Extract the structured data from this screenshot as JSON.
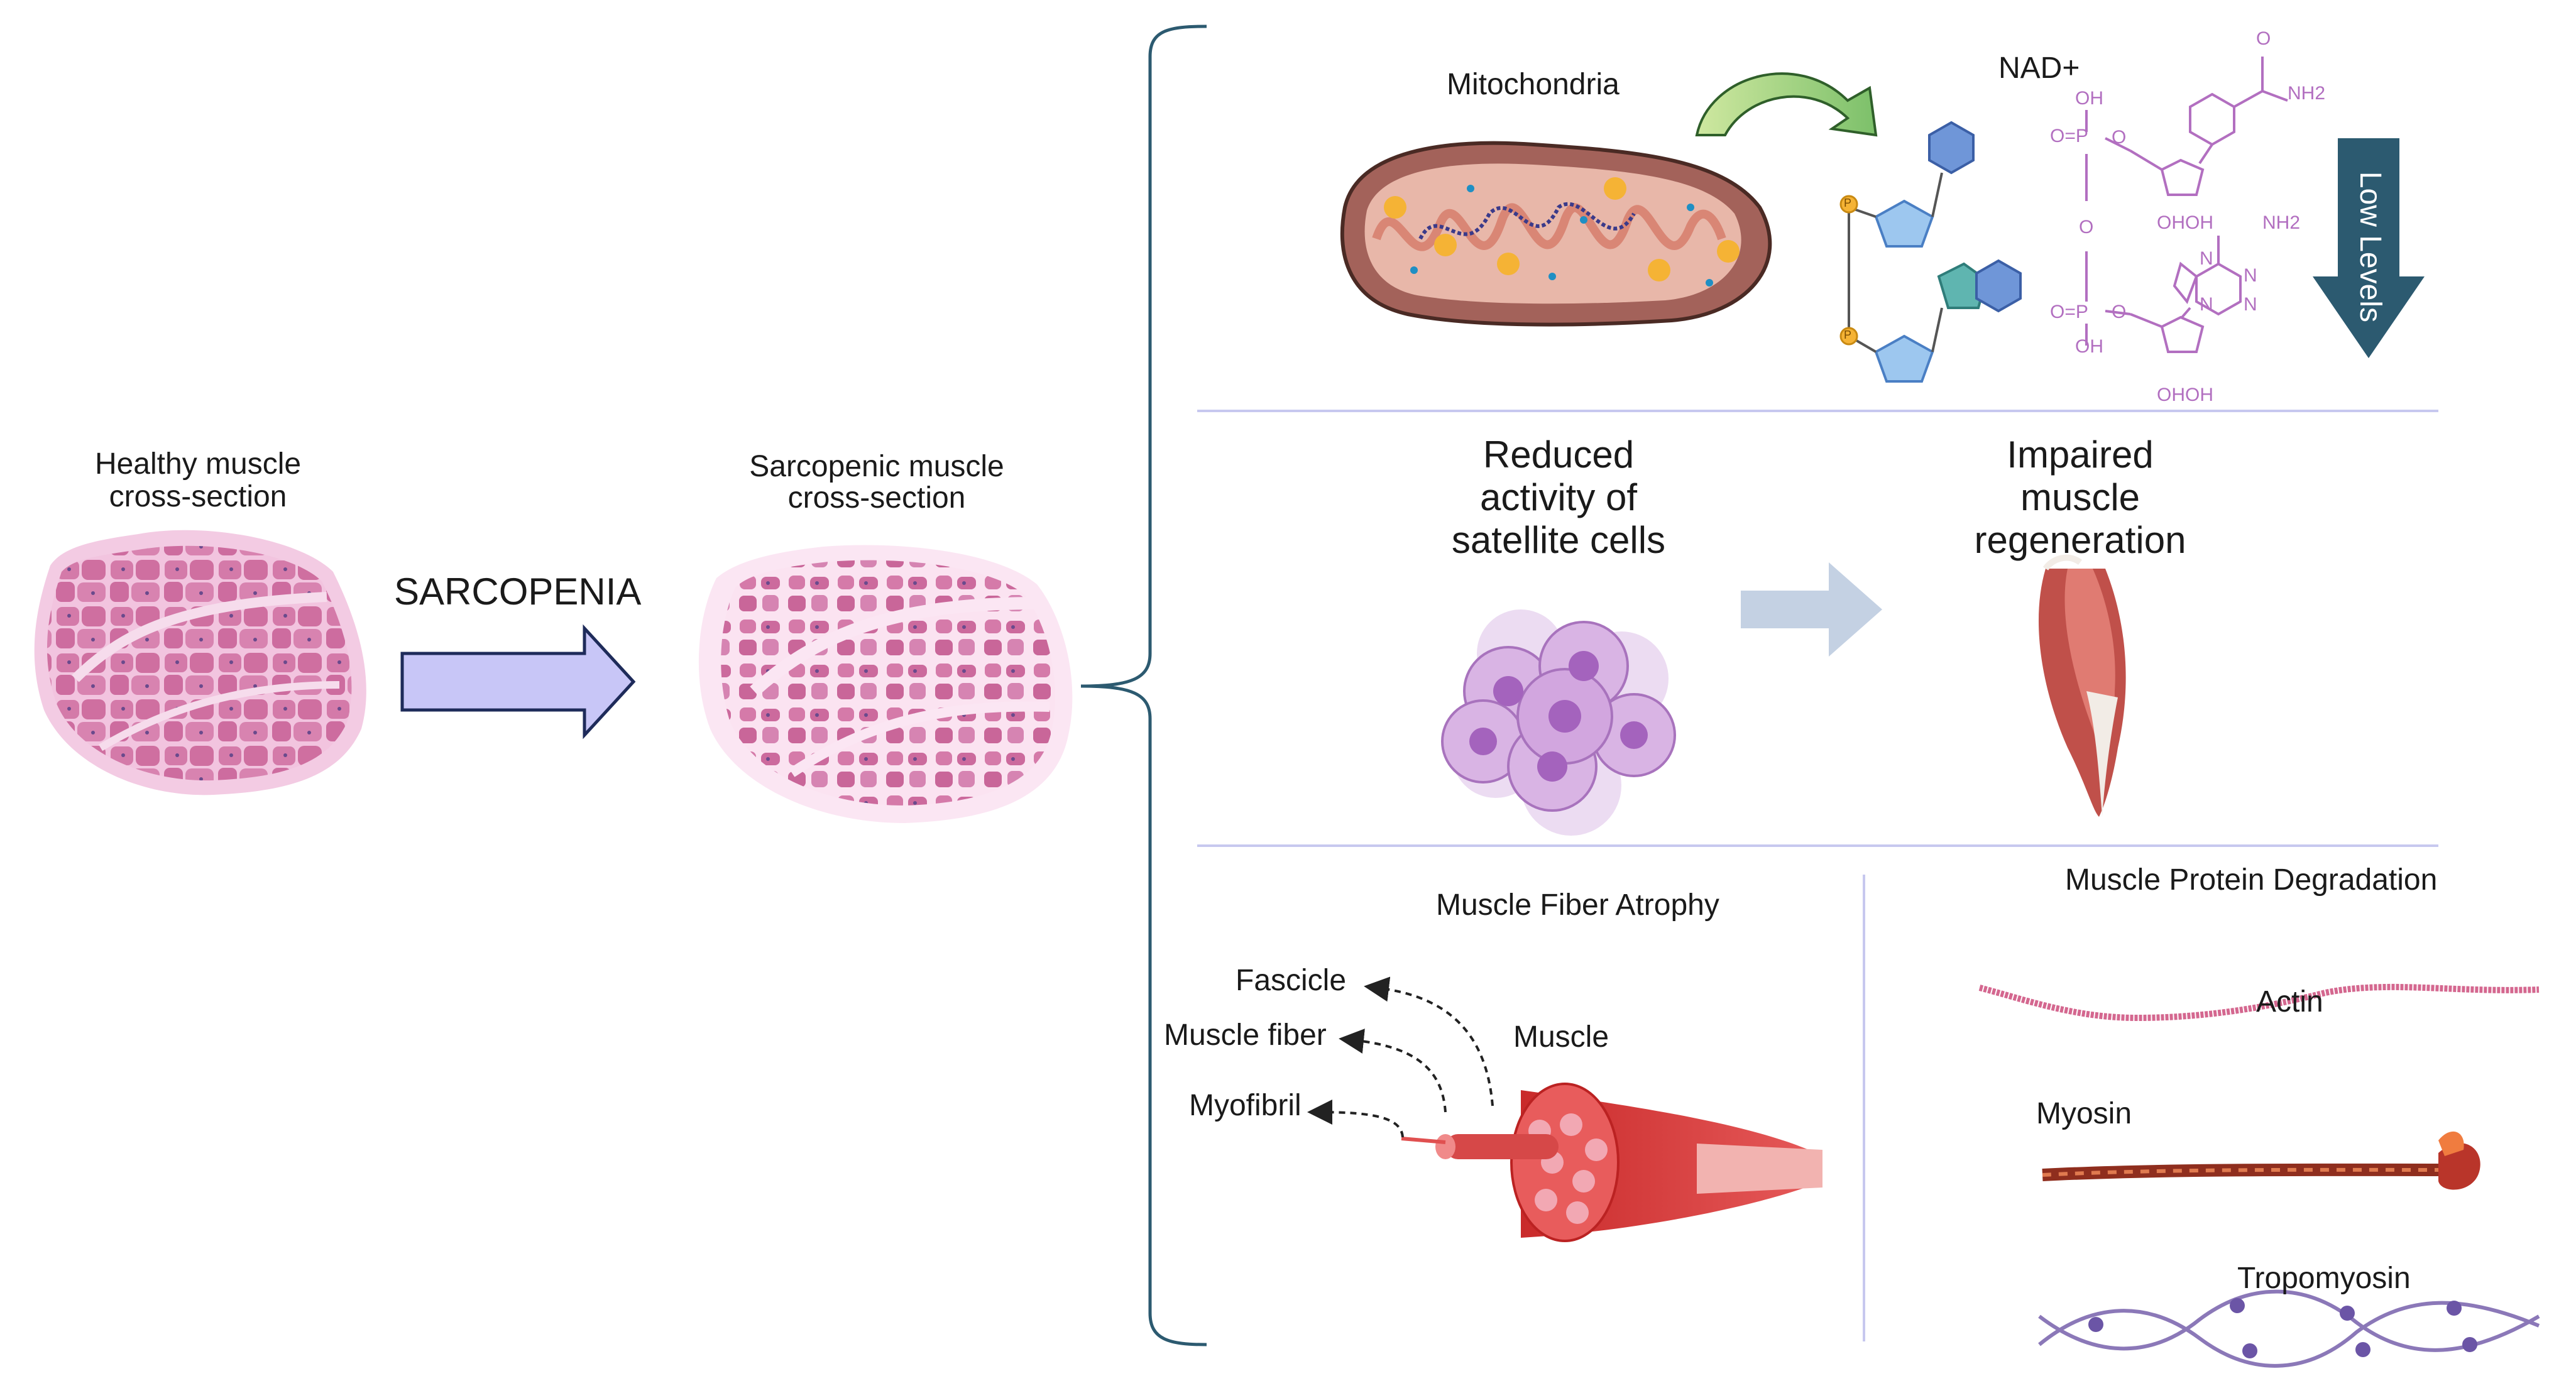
{
  "left": {
    "healthy_label_line1": "Healthy muscle",
    "healthy_label_line2": "cross-section",
    "process_label": "SARCOPENIA",
    "sarcopenic_label_line1": "Sarcopenic muscle",
    "sarcopenic_label_line2": "cross-section"
  },
  "top_panel": {
    "mito_label": "Mitochondria",
    "nad_label": "NAD+",
    "low_levels_label": "Low Levels",
    "chem_labels": {
      "o1": "O",
      "nh2_top": "NH2",
      "oh1": "OH",
      "op1": "O=P",
      "o_link1": "O",
      "o_mid": "O",
      "o_link2": "O",
      "op2": "O=P",
      "oh2": "OH",
      "ohoh1": "OHOH",
      "nh2_mid": "NH2",
      "n1": "N",
      "n2": "N",
      "n3": "N",
      "n4": "N",
      "ohoh2": "OHOH"
    },
    "phosphate_label": "P"
  },
  "middle_panel": {
    "satellite_line1": "Reduced",
    "satellite_line2": "activity of",
    "satellite_line3": "satellite cells",
    "regen_line1": "Impaired",
    "regen_line2": "muscle",
    "regen_line3": "regeneration"
  },
  "bottom_left": {
    "title": "Muscle Fiber Atrophy",
    "fascicle": "Fascicle",
    "muscle_fiber": "Muscle fiber",
    "myofibril": "Myofibril",
    "muscle": "Muscle"
  },
  "bottom_right": {
    "title": "Muscle Protein Degradation",
    "actin": "Actin",
    "myosin": "Myosin",
    "tropomyosin": "Tropomyosin"
  },
  "colors": {
    "muscle_pink": "#d57aa9",
    "sarcopenia_arrow": "#c8c6f7",
    "low_levels_arrow": "#2c5a70",
    "chem_purple": "#b26fc0",
    "bracket": "#2c5a70",
    "divider": "#c7c8ef"
  }
}
